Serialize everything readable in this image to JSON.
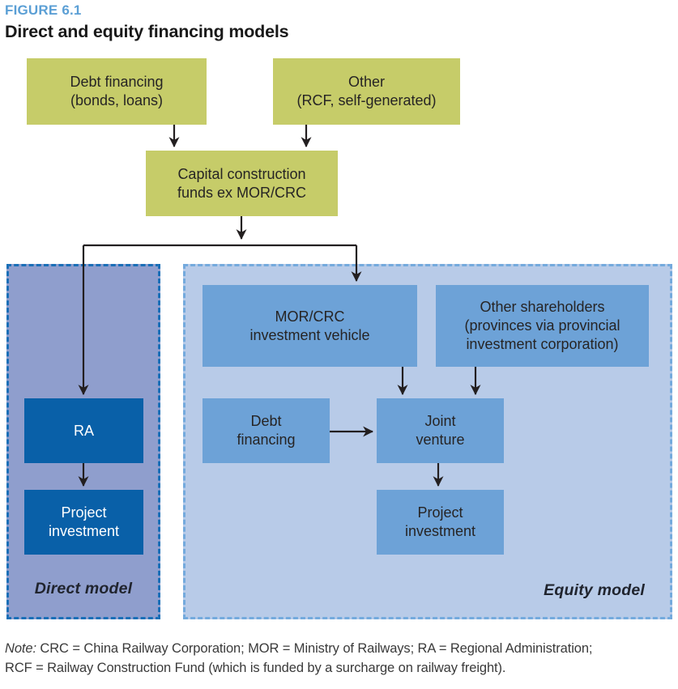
{
  "header": {
    "figure_label": "FIGURE 6.1",
    "title": "Direct and equity financing models"
  },
  "boxes": {
    "debt_top": {
      "label": "Debt financing\n(bonds, loans)"
    },
    "other_top": {
      "label": "Other\n(RCF, self-generated)"
    },
    "capital": {
      "label": "Capital construction\nfunds ex MOR/CRC"
    },
    "ra": {
      "label": "RA"
    },
    "project_left": {
      "label": "Project\ninvestment"
    },
    "mor_vehicle": {
      "label": "MOR/CRC\ninvestment vehicle"
    },
    "other_shareholders": {
      "label": "Other shareholders\n(provinces via provincial\ninvestment corporation)"
    },
    "debt_financing": {
      "label": "Debt\nfinancing"
    },
    "joint_venture": {
      "label": "Joint\nventure"
    },
    "project_right": {
      "label": "Project\ninvestment"
    }
  },
  "panels": {
    "direct": {
      "label": "Direct model"
    },
    "equity": {
      "label": "Equity model"
    }
  },
  "note": {
    "prefix": "Note:",
    "line1_rest": " CRC = China Railway Corporation; MOR = Ministry of Railways; RA = Regional Administration;",
    "line2": "RCF = Railway Construction Fund (which is funded by a surcharge on railway freight)."
  },
  "colors": {
    "accent_blue": "#5B9FD5",
    "olive_box": "#C6CC69",
    "mid_blue_box": "#6DA2D7",
    "dark_blue_box": "#0960A8",
    "panel_direct_bg": "#8F9ECD",
    "panel_direct_border": "#1A6FB7",
    "panel_equity_bg": "#B8CBE8",
    "panel_equity_border": "#74AADD",
    "arrow": "#231F20",
    "text_dark": "#262424"
  }
}
